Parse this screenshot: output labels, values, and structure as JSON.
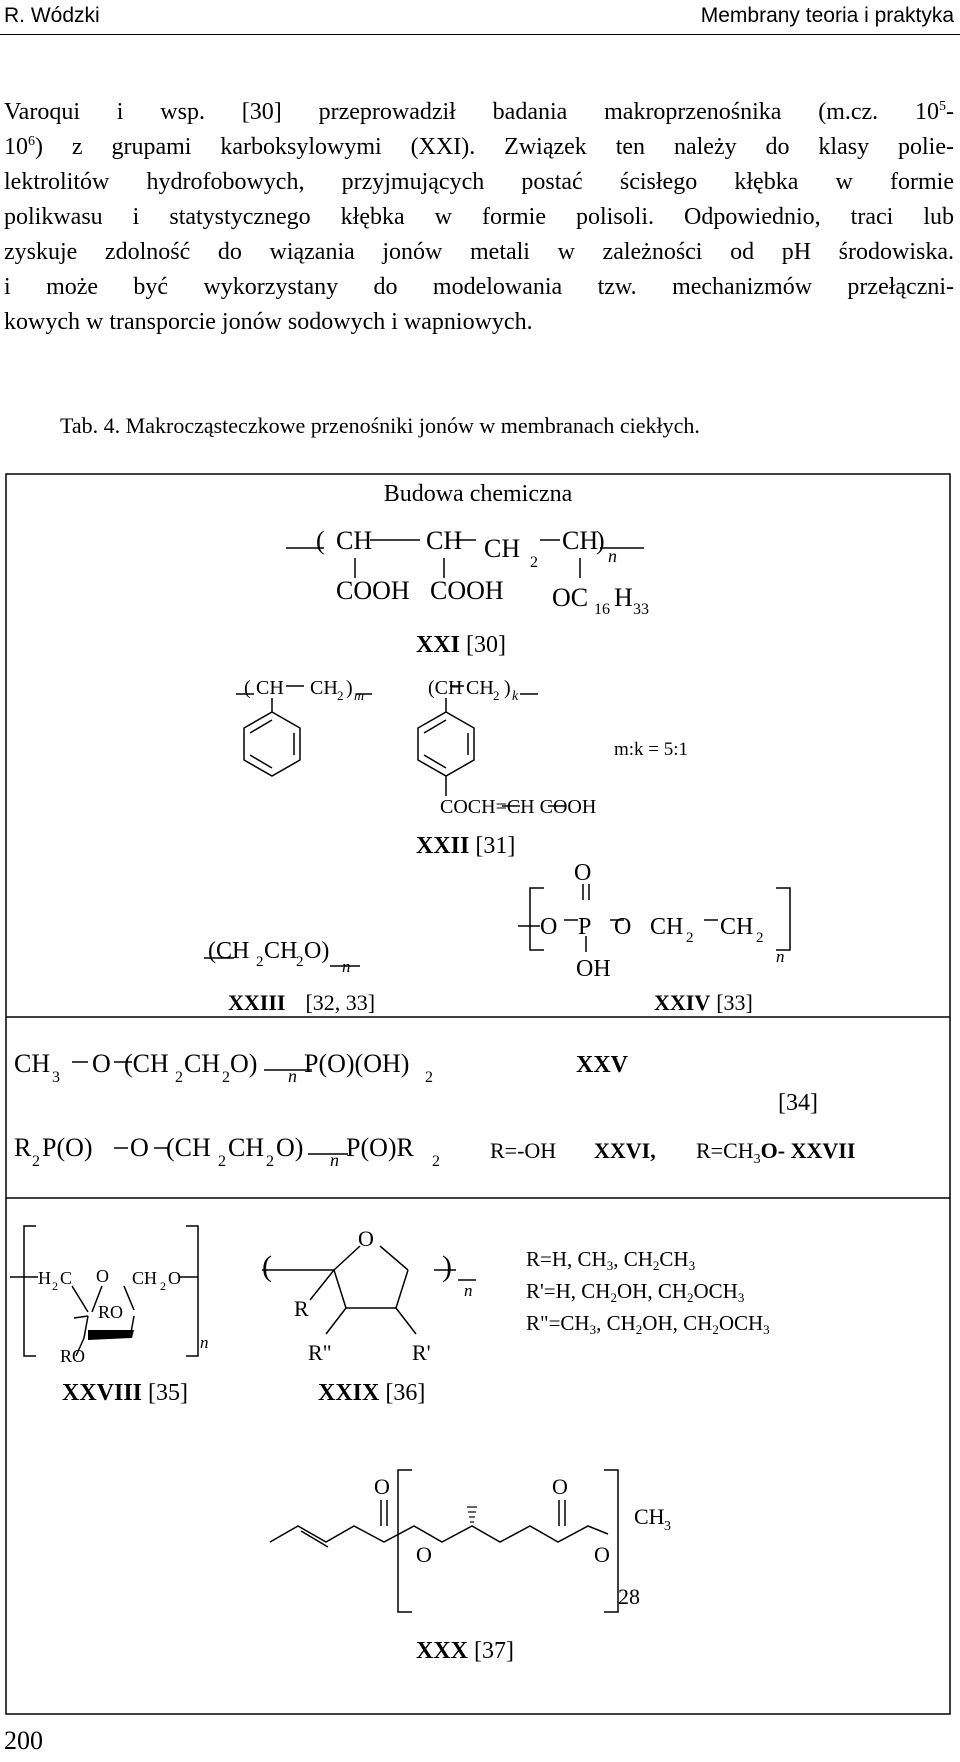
{
  "header": {
    "author": "R. Wódzki",
    "book_title": "Membrany teoria i praktyka"
  },
  "body": {
    "line1_pre": "Varoqui i wsp. [30] przeprowadził badania makroprzenośnika (m.cz. 10",
    "line1_sup": "5",
    "line1_post": "-",
    "line2_pre": "10",
    "line2_sup": "6",
    "line2_post": ") z grupami karboksylowymi (XXI). Związek ten należy do klasy poliе-",
    "line3": "lektrolitów hydrofobowych, przyjmujących postać ścisłego kłębka w formie",
    "line4": "polikwasu i statystycznego kłębka w formie polisoli. Odpowiednio, traci lub",
    "line5": "zyskuje zdolność do wiązania jonów metali w zależności od pH środowiska.",
    "line6": "i może być wykorzystany do modelowania tzw. mechanizmów przełączni-",
    "line7": "kowych w transporcie jonów sodowych i wapniowych."
  },
  "table_caption": "Tab. 4. Makrocząsteczkowe przenośniki jonów w membranach ciekłych.",
  "table_header": "Budowa chemiczna",
  "structures": {
    "xxi_label": "XXI [30]",
    "xxii_label": "XXII [31]",
    "xxii_ratio": "m:k = 5:1",
    "xxii_sub": "COCH=CH COOH",
    "xxiii_bold": "XXIII",
    "xxiii_ref": "[32, 33]",
    "xxiv_bold": "XXIV",
    "xxiv_ref": "[33]",
    "xxv": "XXV",
    "ref34": "[34]",
    "r_oh": "R=-OH",
    "xxvi": "XXVI,",
    "xxvii_pre": "R=CH",
    "xxvii_post": "O- XXVII",
    "xxviii_label": "XXVIII [35]",
    "xxix_label": "XXIX [36]",
    "legend_r": "R=H, CH3, CH2CH3",
    "legend_r1": "R'=H, CH2OH, CH2OCH3",
    "legend_r2": "R\"=CH3, CH2OH, CH2OCH3",
    "xxx_repeat": "28",
    "xxx_label": "XXX [37]"
  },
  "page_number": "200"
}
